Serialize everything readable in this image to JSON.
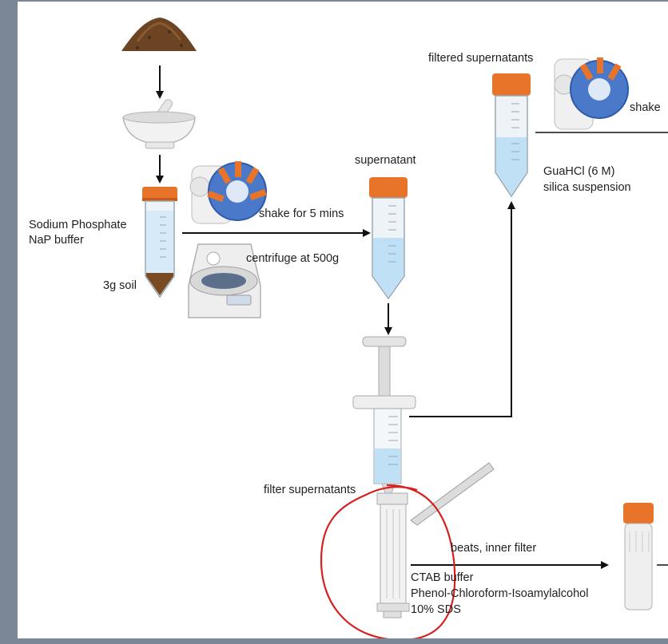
{
  "labels": {
    "sodium_phosphate": "Sodium Phosphate",
    "nap_buffer": "NaP buffer",
    "soil_amount": "3g soil",
    "shake_5": "shake for 5 mins",
    "centrifuge": "centrifuge at 500g",
    "supernatant": "supernatant",
    "filtered_supernatants": "filtered supernatants",
    "shake": "shake",
    "guahcl": "GuaHCl (6 M)",
    "silica": "silica suspension",
    "filter_supernatants": "filter supernatants",
    "beats_inner_filter": "beats, inner filter",
    "ctab": "CTAB buffer",
    "phenol": "Phenol-Chloroform-Isoamylalcohol",
    "sds": "10% SDS"
  },
  "colors": {
    "cap": "#e8742a",
    "liquid": "#cfe6f6",
    "soil": "#7a4a22",
    "annotation": "#d62020",
    "rotator": "#3f6fc2"
  }
}
